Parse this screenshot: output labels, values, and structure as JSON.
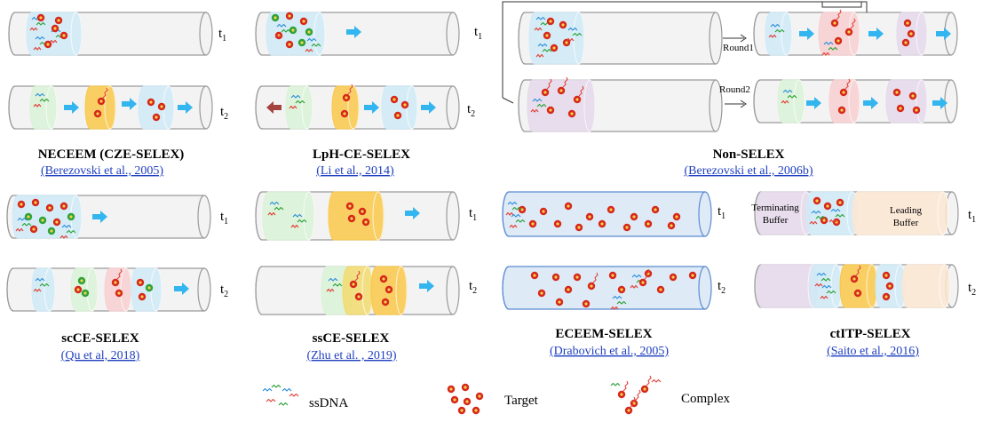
{
  "time_labels": {
    "t": "t",
    "one": "1",
    "two": "2"
  },
  "panels": [
    {
      "title": "NECEEM (CZE-SELEX)",
      "citation": "(Berezovski et al., 2005)"
    },
    {
      "title": "LpH-CE-SELEX",
      "citation": "(Li et al., 2014)"
    },
    {
      "title": "Non-SELEX",
      "citation": "(Berezovski et al., 2006b)"
    },
    {
      "title": "scCE-SELEX",
      "citation": "(Qu et al, 2018)"
    },
    {
      "title": "ssCE-SELEX",
      "citation": "(Zhu et al. , 2019)"
    },
    {
      "title": "ECEEM-SELEX",
      "citation": "(Drabovich et al., 2005)"
    },
    {
      "title": "ctITP-SELEX",
      "citation": "(Saito et al., 2016)"
    }
  ],
  "nonselex": {
    "round1": "Round1",
    "round2": "Round2"
  },
  "ctitp": {
    "terminating_1": "Terminating",
    "terminating_2": "Buffer",
    "leading_1": "Leading",
    "leading_2": "Buffer"
  },
  "legend": {
    "ssdna": "ssDNA",
    "target": "Target",
    "complex": "Complex"
  },
  "colors": {
    "tube_fill": "#f3f3f3",
    "tube_stroke": "#9a9a9a",
    "ecm_stroke": "#5b8bd0",
    "ecm_fill": "#dfeaf7",
    "zone_blue": "#cfeaf7",
    "zone_green": "#d9f2d6",
    "zone_orange": "#f9c84a",
    "zone_pink": "#f7cfd0",
    "zone_purple": "#e4d8ea",
    "zone_peach": "#fbe6d2",
    "arrow_blue": "#33b5ef",
    "arrow_red": "#a5433f",
    "target_red": "#d6281c",
    "target_core": "#f6d24a",
    "green_dot": "#2ea23a",
    "citation_blue": "#1f3fbf"
  }
}
